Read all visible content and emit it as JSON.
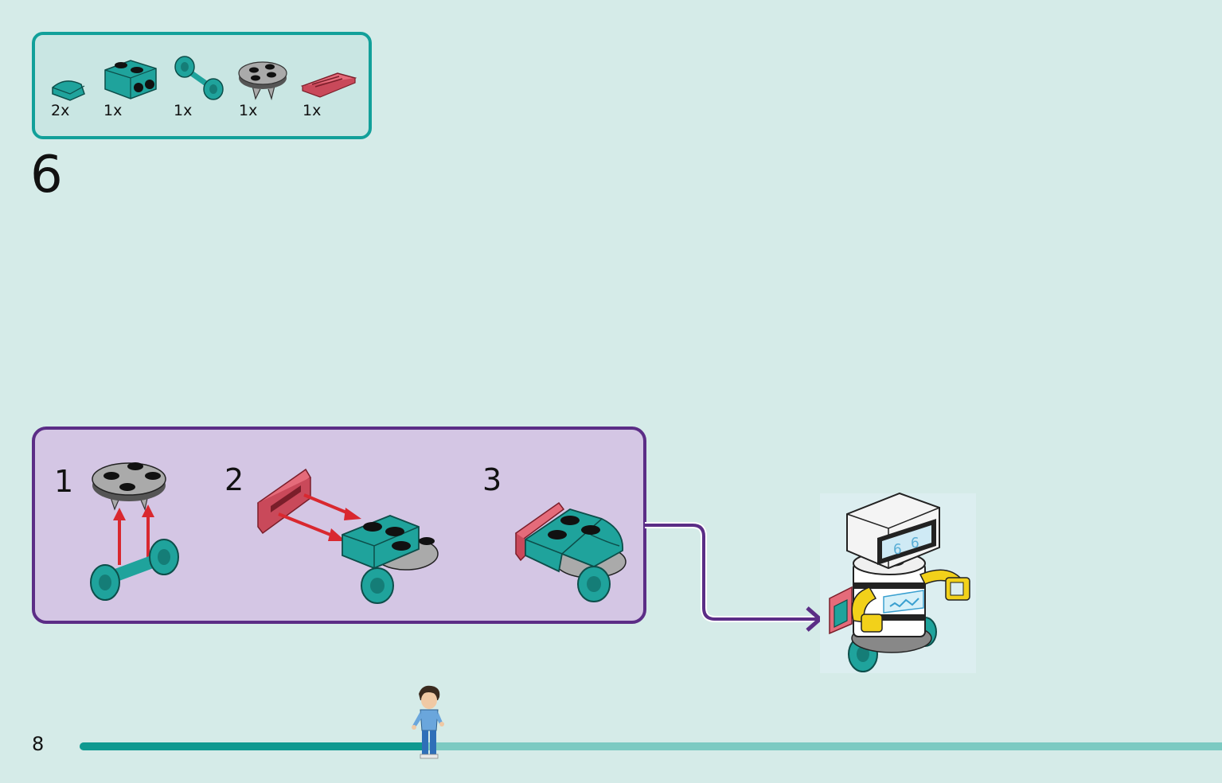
{
  "parts_list": {
    "items": [
      {
        "icon": "teal-quarter-tile-icon",
        "quantity": "2x",
        "color": "#1fa39c"
      },
      {
        "icon": "teal-bracket-plate-icon",
        "quantity": "1x",
        "color": "#1fa39c"
      },
      {
        "icon": "teal-wheel-axle-icon",
        "quantity": "1x",
        "color": "#1fa39c"
      },
      {
        "icon": "gray-round-plate-icon",
        "quantity": "1x",
        "color": "#9a9a9a"
      },
      {
        "icon": "red-grille-tile-icon",
        "quantity": "1x",
        "color": "#e56b7a"
      }
    ]
  },
  "step": {
    "number": "6"
  },
  "sub_steps": [
    {
      "number": "1"
    },
    {
      "number": "2"
    },
    {
      "number": "3"
    }
  ],
  "page": {
    "number": "8"
  },
  "progress": {
    "fraction": 0.305
  },
  "colors": {
    "background": "#d5ebe8",
    "parts_border": "#12a09a",
    "substep_border": "#5b2d86",
    "substep_fill": "#d4c6e4",
    "arrow_red": "#d9282f",
    "teal": "#1fa39c",
    "pink": "#e56b7a",
    "yellow": "#f2d11a"
  }
}
